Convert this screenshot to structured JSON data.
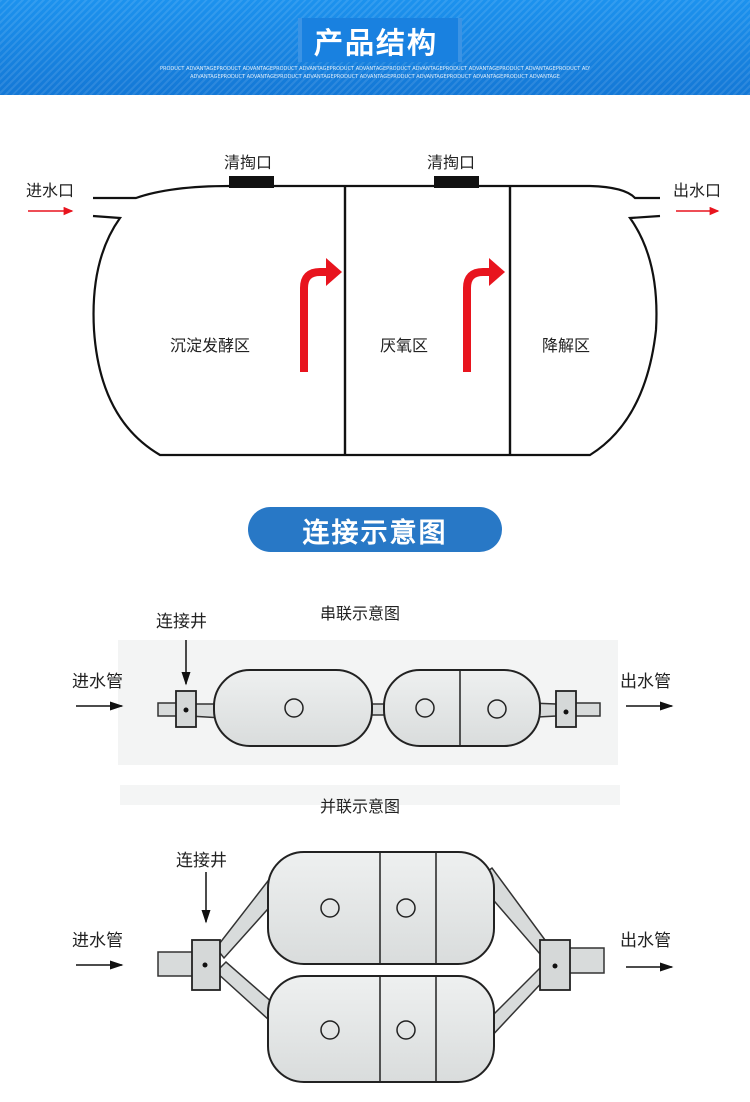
{
  "header": {
    "title": "产品结构",
    "subtitle_line1": "PRODUCT ADVANTAGEPRODUCT ADVANTAGEPRODUCT ADVANTAGEPRODUCT ADVANTAGEPRODUCT ADVANTAGEPRODUCT ADVANTAGEPRODUCT ADVANTAGEPRODUCT ADVANTAGEPRODUCT ADVANTAGE",
    "subtitle_line2": "ADVANTAGEPRODUCT ADVANTAGEPRODUCT ADVANTAGEPRODUCT ADVANTAGEPRODUCT ADVANTAGEPRODUCT ADVANTAGEPRODUCT ADVANTAGE"
  },
  "structure": {
    "inlet_label": "进水口",
    "outlet_label": "出水口",
    "cleanout_left": "清掏口",
    "cleanout_right": "清掏口",
    "zones": [
      "沉淀发酵区",
      "厌氧区",
      "降解区"
    ]
  },
  "connection": {
    "heading": "连接示意图",
    "series": {
      "title": "串联示意图",
      "well_label": "连接井",
      "inlet": "进水管",
      "outlet": "出水管"
    },
    "parallel": {
      "title": "并联示意图",
      "well_label": "连接井",
      "inlet": "进水管",
      "outlet": "出水管"
    }
  },
  "colors": {
    "banner_blue": "#1478d6",
    "pill_blue": "#2878c6",
    "arrow_red": "#e8141e"
  }
}
